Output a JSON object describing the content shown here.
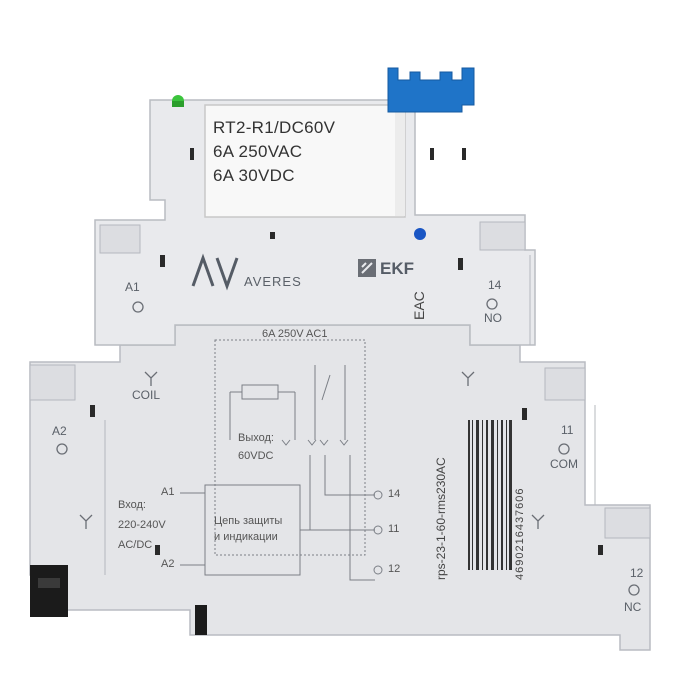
{
  "relay": {
    "line1": "RT2-R1/DC60V",
    "line2": "6A  250VAC",
    "line3": "6A  30VDC"
  },
  "brand": {
    "logo_mark": "AV",
    "name": "AVERES",
    "ekf": "EKF",
    "eac": "EAC"
  },
  "terminals": {
    "a1": "A1",
    "coil": "COIL",
    "a2": "A2",
    "t14": "14",
    "no": "NO",
    "t11": "11",
    "com": "COM",
    "t12": "12",
    "nc": "NC"
  },
  "diagram": {
    "rating": "6A 250V AC1",
    "output_label": "Выход:",
    "output_value": "60VDC",
    "input_label": "Вход:",
    "input_value": "220-240V",
    "input_type": "AC/DC",
    "a1": "A1",
    "a2": "A2",
    "protection_line1": "Цепь защиты",
    "protection_line2": "и индикации",
    "p14": "14",
    "p11": "11",
    "p12": "12"
  },
  "product_code": "rps-23-1-60-rms230AC",
  "barcode_number": "4690216437606",
  "colors": {
    "housing": "#e6e7ea",
    "housing_shadow": "#c9cbd0",
    "relay_white": "#f7f7f7",
    "blue_clip": "#1f74c8",
    "blue_led": "#1a56c4",
    "green_led": "#39c43a",
    "black_clip": "#1b1b1b"
  }
}
